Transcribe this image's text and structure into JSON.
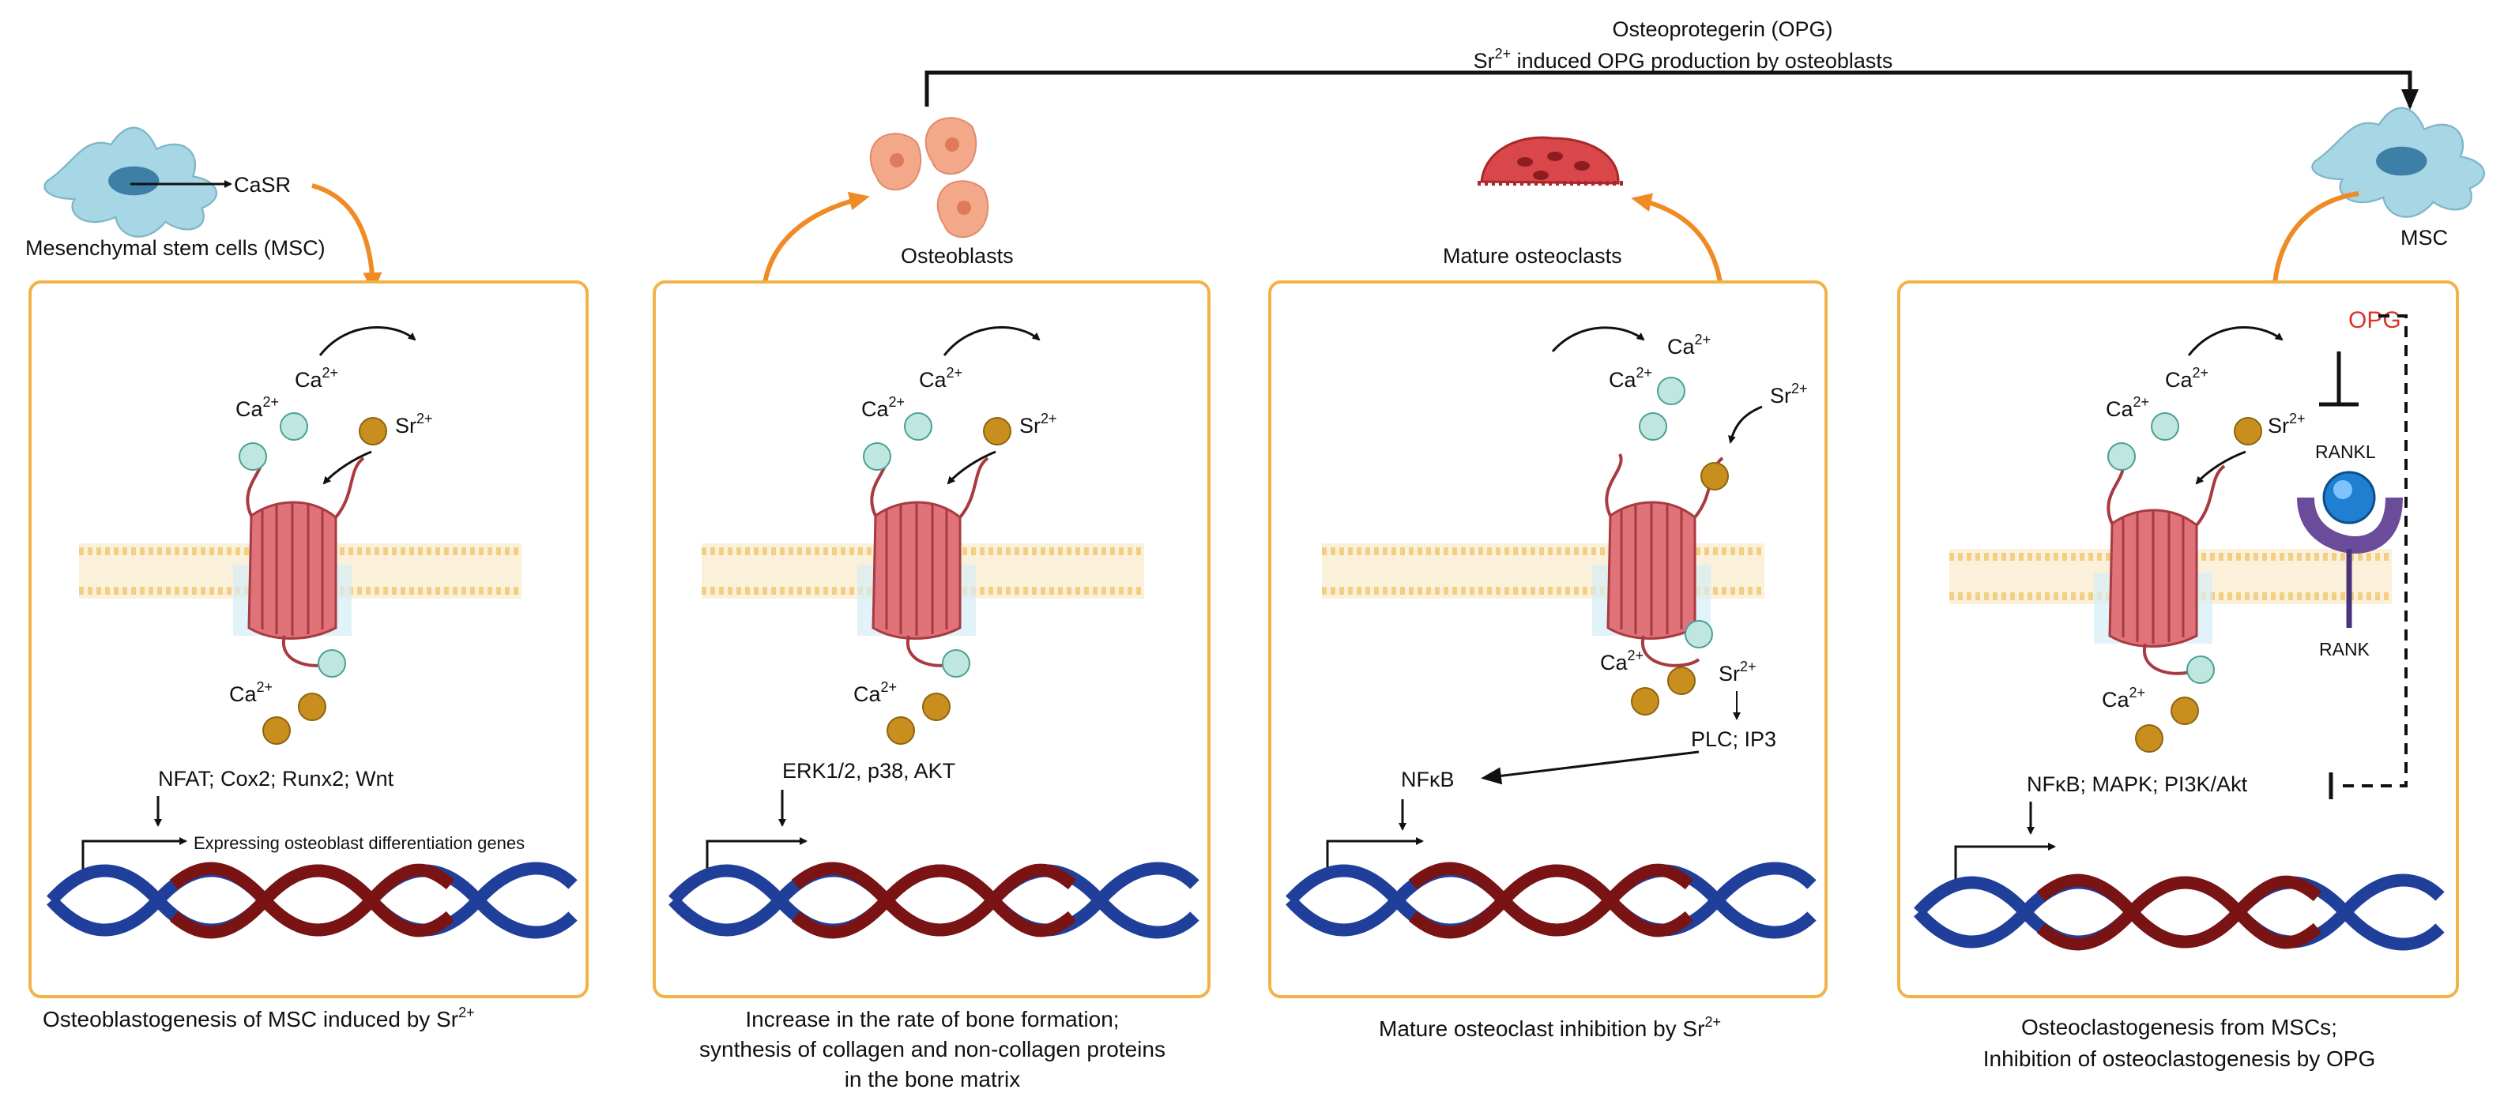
{
  "header": {
    "line1": "Osteoprotegerin (OPG)",
    "line2_base": "Sr",
    "line2_sup": "2+",
    "line2_rest": " induced OPG production by osteoblasts"
  },
  "cells": {
    "msc_left": "Mesenchymal stem cells (MSC)",
    "casr": "CaSR",
    "osteoblasts": "Osteoblasts",
    "mature_osteoclasts": "Mature osteoclasts",
    "msc_right": "MSC"
  },
  "ions": {
    "ca": "Ca",
    "sr": "Sr",
    "charge": "2+"
  },
  "panels": [
    {
      "signals": "NFAT; Cox2; Runx2; Wnt",
      "gene_label": "Expressing osteoblast differentiation genes",
      "caption_lines": [
        "Osteoblastogenesis of MSC induced by Sr"
      ],
      "caption_sup": "2+"
    },
    {
      "signals": "ERK1/2, p38, AKT",
      "caption_lines": [
        "Increase in the rate of bone formation;",
        "synthesis of collagen and non-collagen proteins",
        "in the bone matrix"
      ]
    },
    {
      "pathway": "PLC; IP3",
      "signals": "NFκB",
      "caption_lines": [
        "Mature osteoclast inhibition by Sr"
      ],
      "caption_sup": "2+"
    },
    {
      "opg": "OPG",
      "rankl": "RANKL",
      "rank": "RANK",
      "signals": "NFκB; MAPK; PI3K/Akt",
      "caption_lines": [
        "Osteoclastogenesis from MSCs;",
        "Inhibition of osteoclastogenesis by OPG"
      ]
    }
  ],
  "colors": {
    "panel_border": "#f2b24a",
    "orange_arrow": "#f08a24",
    "receptor": "#d9666e",
    "ca_ion": "#bfe6df",
    "sr_ion": "#c98f1e",
    "dna_blue": "#1f3f9a",
    "dna_red": "#7a1313",
    "opg_text": "#d9342b",
    "membrane": "#f6d99a"
  }
}
